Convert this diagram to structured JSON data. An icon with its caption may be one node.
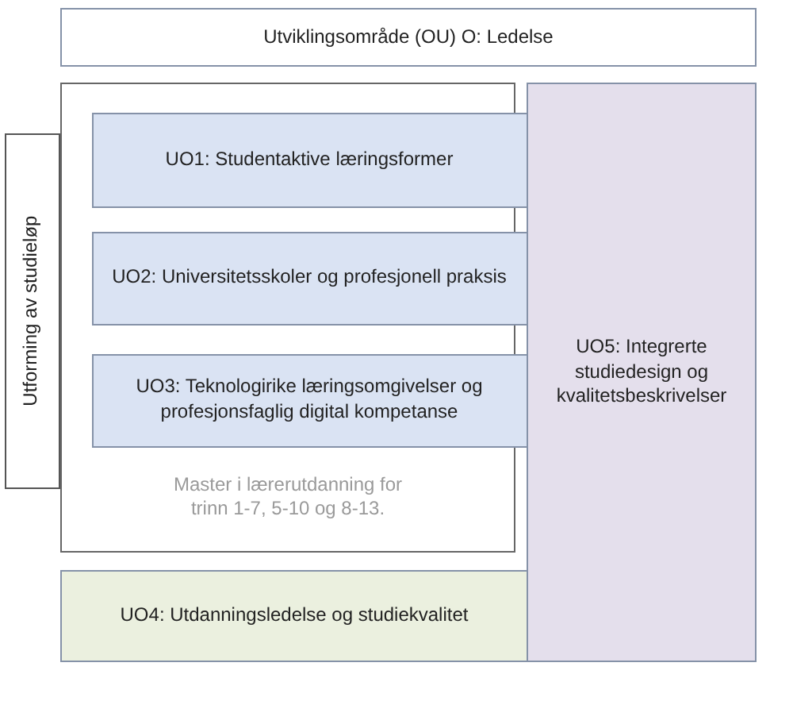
{
  "diagram": {
    "nodes": [
      {
        "text": [
          "Utviklingsområde (OU) O: Ledelse"
        ]
      },
      {
        "text": [
          "Master i lærerutdanning for trinn 1-7, 5-10 og 8-13."
        ]
      },
      {
        "text": [
          "Utforming av studieløp"
        ]
      },
      {
        "text": [
          "UO1: Studentaktive læringsformer"
        ],
        "in": 1
      },
      {
        "text": [
          "UO2: Universitetsskoler og profesjonell praksis"
        ],
        "in": 1
      },
      {
        "text": [
          "UO3: Teknologirike læringsomgivelser og profesjonsfaglig digital kompetanse"
        ],
        "in": 1
      },
      {
        "text": [
          "UO5: Integrerte studiedesign og kvalitetsbeskrivelser"
        ]
      },
      {
        "text": [
          "UO4: Utdanningsledelse og studiekvalitet"
        ]
      }
    ]
  }
}
